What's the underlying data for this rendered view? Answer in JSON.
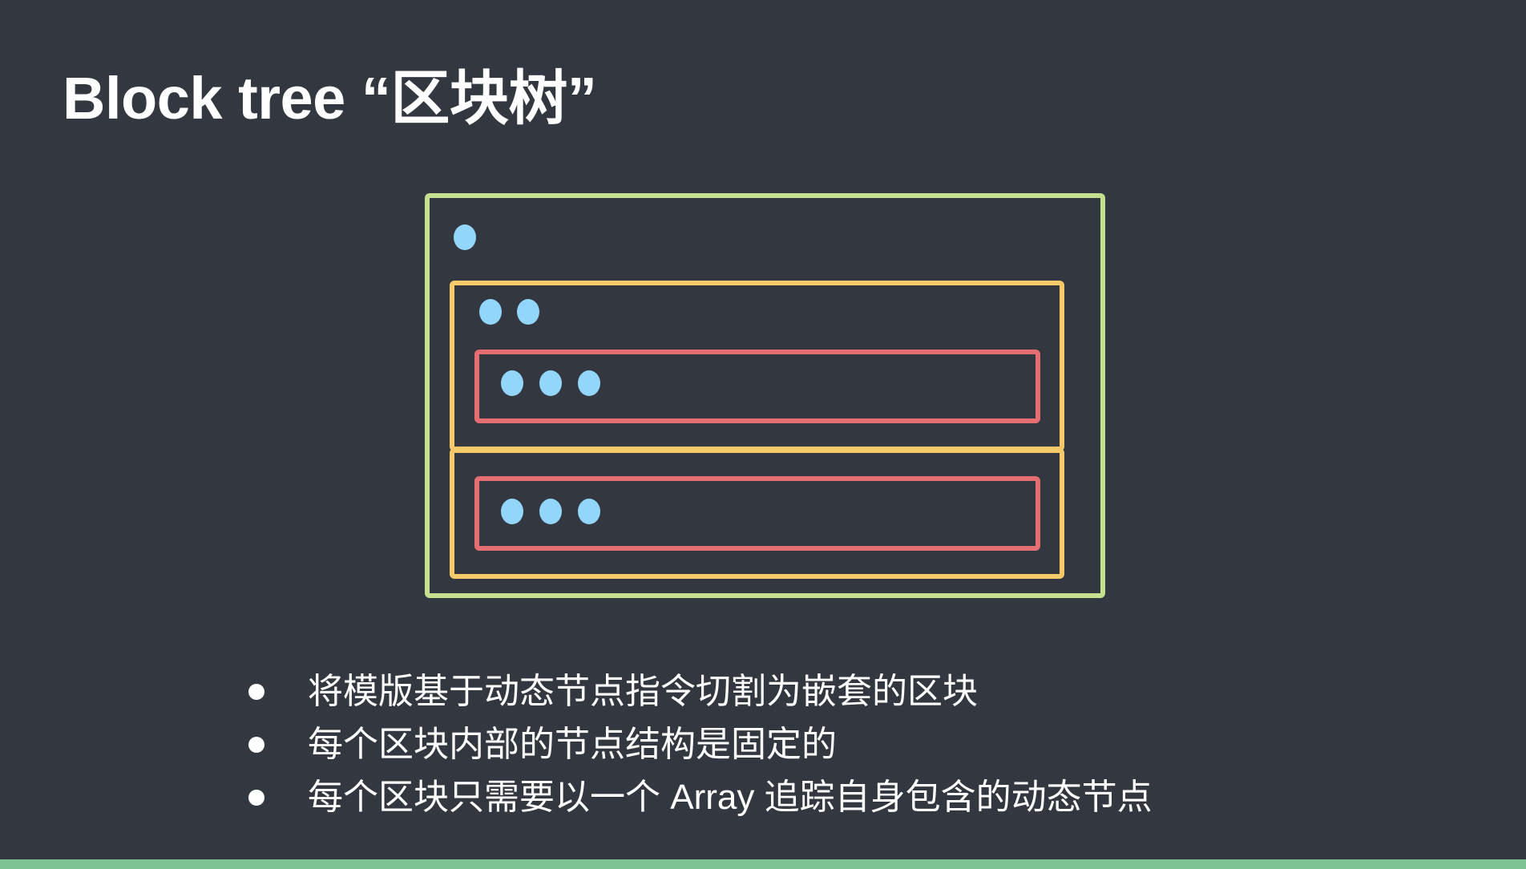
{
  "title": "Block tree “区块树”",
  "colors": {
    "background": "#333740",
    "outer_block": "#c5e08f",
    "mid_block": "#f8c96a",
    "inner_block": "#e46e71",
    "node": "#93d6fb",
    "accent_bar": "#7dc494"
  },
  "bullets": [
    "将模版基于动态节点指令切割为嵌套的区块",
    "每个区块内部的节点结构是固定的",
    "每个区块只需要以一个 Array 追踪自身包含的动态节点"
  ]
}
